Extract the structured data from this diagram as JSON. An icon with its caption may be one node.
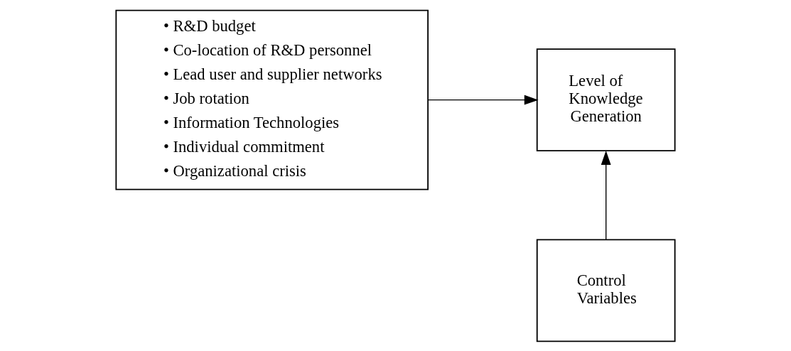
{
  "diagram": {
    "nodes": [
      {
        "text": [
          "• R&D budget",
          "• Co-location of R&D personnel",
          "• Lead user and supplier networks",
          "• Job rotation",
          "• Information Technologies",
          "• Individual commitment",
          "• Organizational crisis"
        ]
      },
      {
        "text": [
          "Level of Knowledge Generation"
        ]
      },
      {
        "text": [
          "Control Variables"
        ]
      }
    ],
    "edges": [
      {
        "from": 0,
        "to": 1,
        "arrow": "to"
      },
      {
        "from": 2,
        "to": 1,
        "arrow": "to"
      }
    ]
  }
}
